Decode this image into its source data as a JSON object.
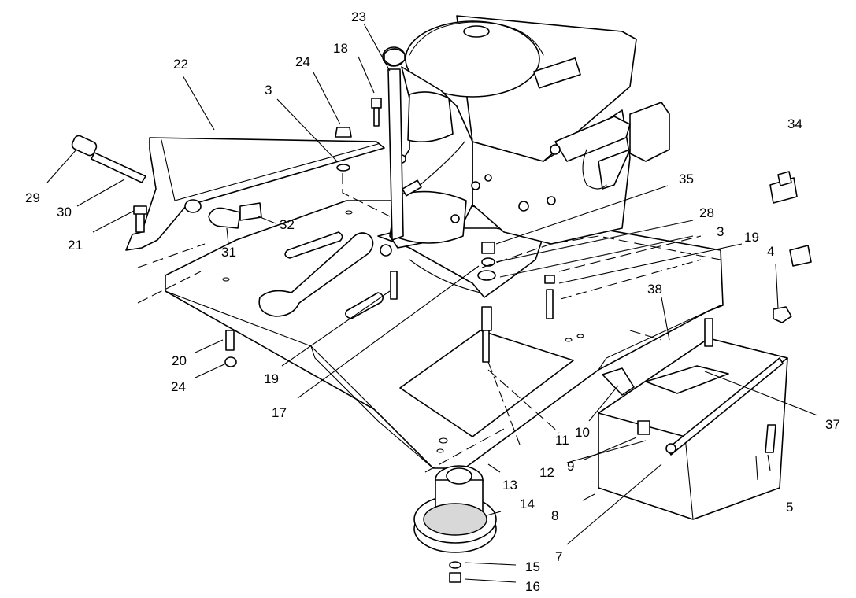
{
  "callouts": [
    "23",
    "18",
    "24",
    "22",
    "3",
    "34",
    "35",
    "28",
    "3",
    "19",
    "4",
    "29",
    "30",
    "21",
    "32",
    "31",
    "38",
    "20",
    "24",
    "19",
    "17",
    "37",
    "10",
    "11",
    "9",
    "12",
    "13",
    "14",
    "8",
    "5",
    "7",
    "15",
    "16"
  ]
}
